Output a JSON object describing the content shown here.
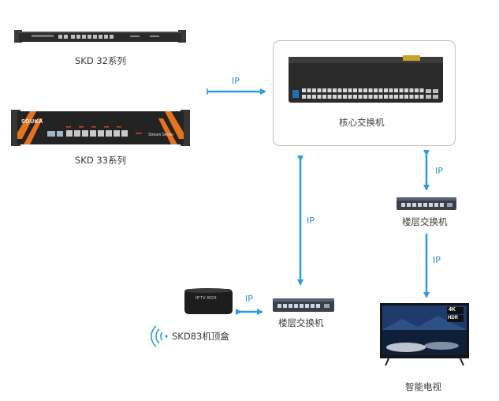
{
  "devices": {
    "skd32": {
      "label": "SKD 32系列"
    },
    "skd33": {
      "label": "SKD 33系列",
      "brand": "SOUKA",
      "panel_text": "Stream Server"
    },
    "core_switch": {
      "label": "核心交换机"
    },
    "floor_switch_right": {
      "label": "楼层交换机"
    },
    "floor_switch_bottom": {
      "label": "楼层交换机"
    },
    "stb": {
      "label": "SKD83机顶盒",
      "screen_text": "IPTV BOX"
    },
    "tv": {
      "label": "智能电视",
      "badge_4k": "4K",
      "badge_hdr": "HDR"
    }
  },
  "links": {
    "ip_left": "IP",
    "ip_vertical_left": "IP",
    "ip_core_floor": "IP",
    "ip_floor_tv": "IP",
    "ip_stb": "IP"
  },
  "colors": {
    "arrow": "#2f9be0",
    "device_dark": "#2b2b2b",
    "accent_orange": "#e8731f"
  }
}
